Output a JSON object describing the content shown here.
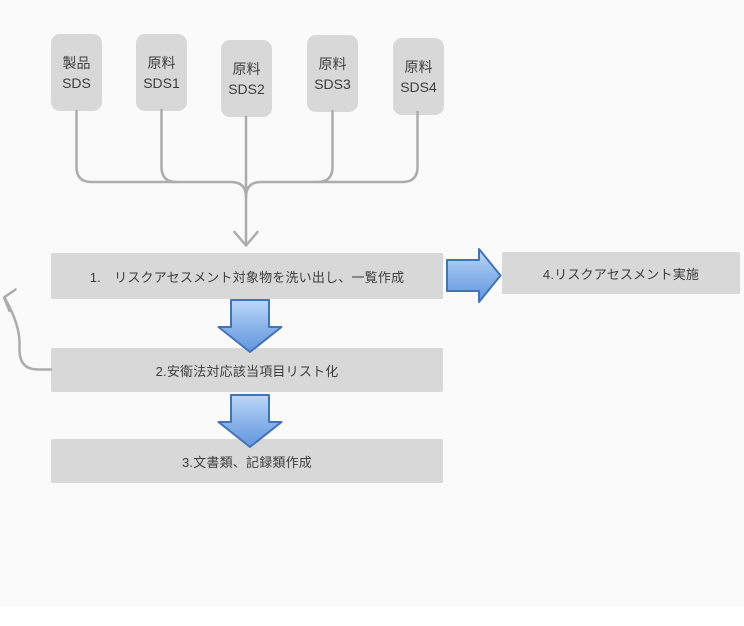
{
  "source_boxes": [
    {
      "line1": "製品",
      "line2": "SDS"
    },
    {
      "line1": "原料",
      "line2": "SDS1"
    },
    {
      "line1": "原料",
      "line2": "SDS2"
    },
    {
      "line1": "原料",
      "line2": "SDS3"
    },
    {
      "line1": "原料",
      "line2": "SDS4"
    }
  ],
  "steps": {
    "step1": "1.　リスクアセスメント対象物を洗い出し、一覧作成",
    "step2": "2.安衛法対応該当項目リスト化",
    "step3": "3.文書類、記録類作成",
    "step4": "4.リスクアセスメント実施"
  },
  "colors": {
    "canvas_bg": "#fafafa",
    "box_fill": "#d8d8d8",
    "text": "#3d3d3d",
    "connector_gray": "#acacac",
    "arrow_fill_top": "#bcd9f8",
    "arrow_fill_bottom": "#6297de",
    "arrow_stroke": "#4373b7"
  }
}
